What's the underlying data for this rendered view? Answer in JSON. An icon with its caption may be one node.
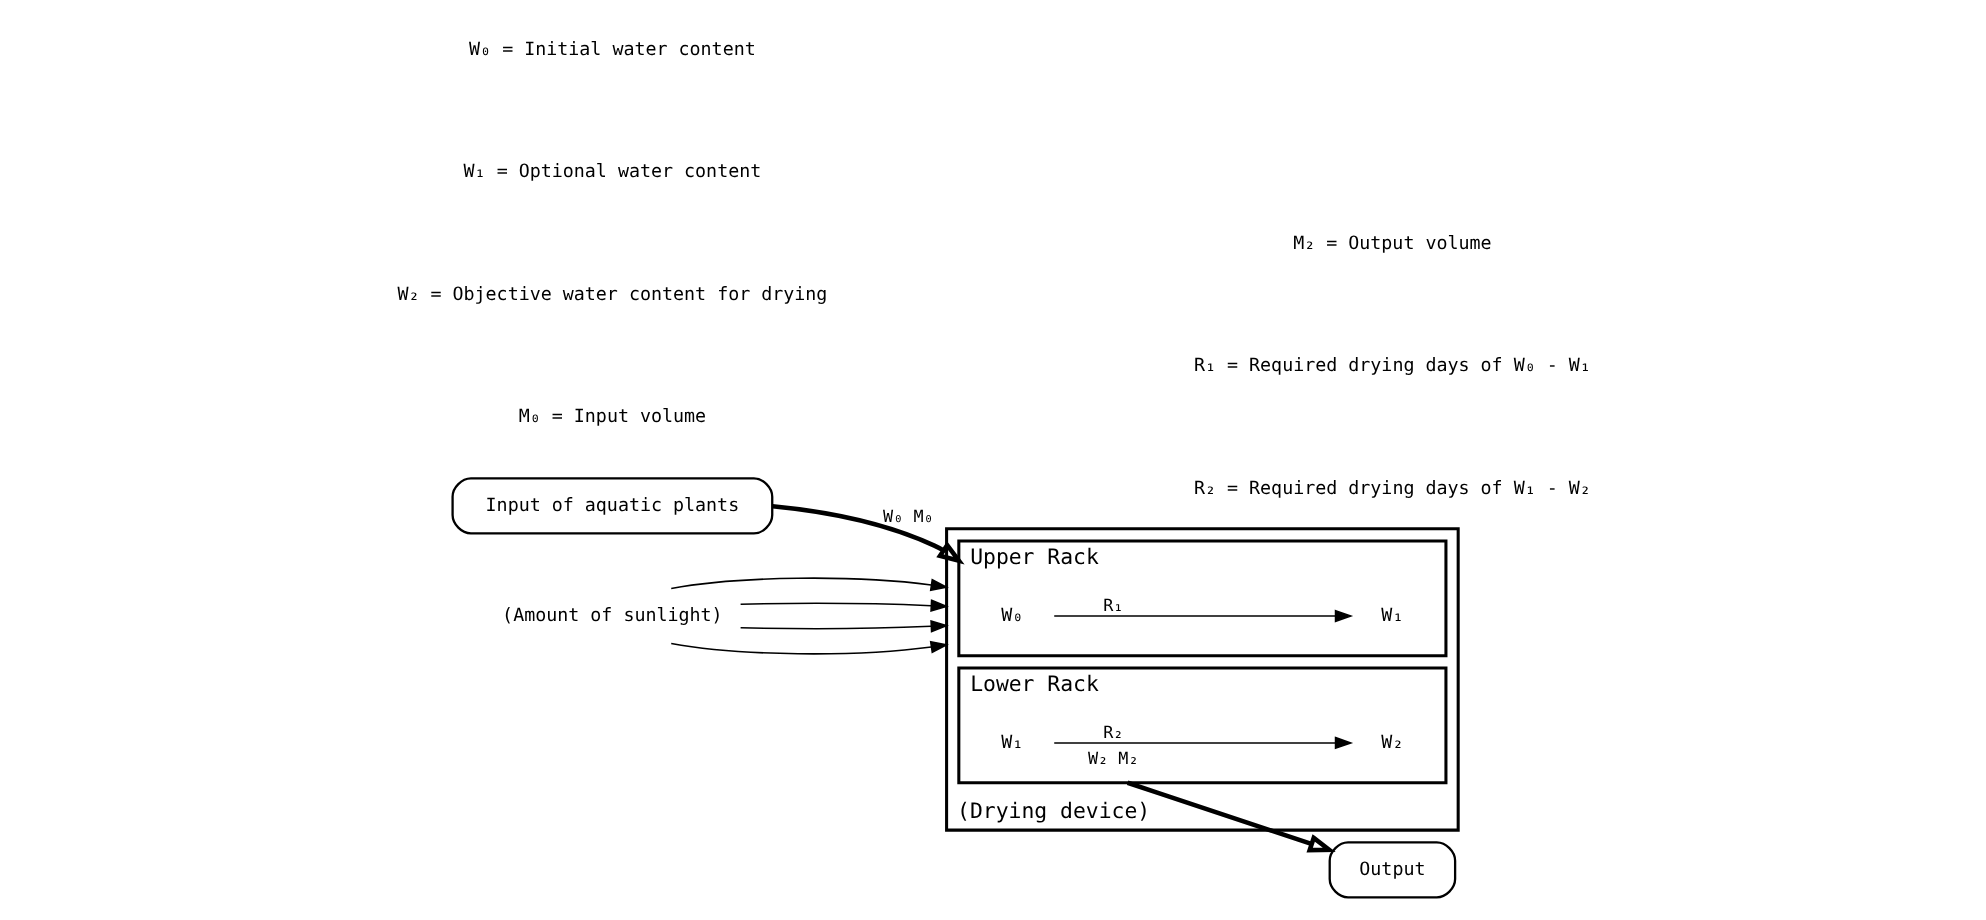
{
  "diagram": {
    "nodes": [
      {
        "text": [
          "Input of aquatic plants"
        ]
      },
      {
        "text": [
          "(Drying device)"
        ]
      },
      {
        "text": [
          "Upper Rack"
        ],
        "in": 1
      },
      {
        "text": [
          "W₀"
        ],
        "in": 2
      },
      {
        "text": [
          "W₁"
        ],
        "in": 2
      },
      {
        "text": [
          "Lower Rack"
        ],
        "in": 1
      },
      {
        "text": [
          "W₁"
        ],
        "in": 5
      },
      {
        "text": [
          "W₂"
        ],
        "in": 5
      },
      {
        "text": [
          "Output"
        ]
      },
      {
        "text": [
          "(Amount of sunlight)"
        ]
      }
    ],
    "edges": [
      {
        "from": 0,
        "to": 2,
        "arrow": "to",
        "label": "W₀ M₀",
        "style": "thick"
      },
      {
        "from": 3,
        "to": 4,
        "arrow": "to",
        "label": "R₁"
      },
      {
        "from": 6,
        "to": 7,
        "arrow": "to",
        "label": "R₂"
      },
      {
        "from": 5,
        "to": 8,
        "arrow": "to",
        "label": "W₂ M₂",
        "style": "thick"
      },
      {
        "from": 9,
        "to": 1,
        "arrow": "to"
      },
      {
        "from": 9,
        "to": 1,
        "arrow": "to"
      },
      {
        "from": 9,
        "to": 1,
        "arrow": "to"
      },
      {
        "from": 9,
        "to": 1,
        "arrow": "to"
      }
    ],
    "labels": [
      "W₀ = Initial water content",
      "W₁ = Optional water content",
      "W₂ = Objective water content for drying",
      "M₀ = Input volume",
      "M₂ = Output volume",
      "R₁ = Required drying days of W₀ - W₁",
      "R₂ = Required drying days of W₁ - W₂"
    ]
  }
}
